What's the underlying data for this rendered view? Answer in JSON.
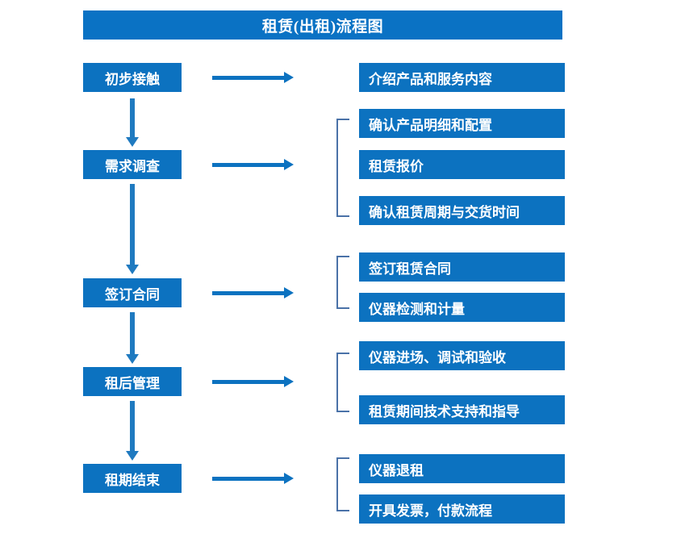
{
  "diagram": {
    "title": "租赁(出租)流程图",
    "accent_color": "#0C72C0",
    "title_bar_color": "#0A72C4",
    "bracket_color": "#4A72A8",
    "arrow_color": "#1F7AC0",
    "text_color": "#FFFFFF",
    "background_color": "#FFFFFF"
  },
  "stages": [
    {
      "label": "初步接触"
    },
    {
      "label": "需求调查"
    },
    {
      "label": "签订合同"
    },
    {
      "label": "租后管理"
    },
    {
      "label": "租期结束"
    }
  ],
  "details": [
    {
      "label": "介绍产品和服务内容"
    },
    {
      "label": "确认产品明细和配置"
    },
    {
      "label": "租赁报价"
    },
    {
      "label": "确认租赁周期与交货时间"
    },
    {
      "label": "签订租赁合同"
    },
    {
      "label": "仪器检测和计量"
    },
    {
      "label": "仪器进场、调试和验收"
    },
    {
      "label": "租赁期间技术支持和指导"
    },
    {
      "label": "仪器退租"
    },
    {
      "label": "开具发票，付款流程"
    }
  ],
  "connectors": {
    "horizontal_arrow_count": 5,
    "vertical_arrow_count": 4,
    "bracket_count": 4
  }
}
